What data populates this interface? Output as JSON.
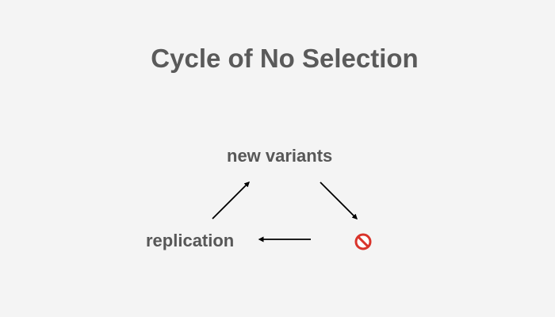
{
  "title": "Cycle of No Selection",
  "nodes": {
    "top": "new variants",
    "left": "replication",
    "right_icon": "prohibited-icon"
  },
  "colors": {
    "background": "#f4f4f4",
    "text": "#575757",
    "arrow": "#000000",
    "prohibited": "#d9342b"
  },
  "edges": [
    {
      "from": "replication",
      "to": "new variants"
    },
    {
      "from": "new variants",
      "to": "prohibited-icon"
    },
    {
      "from": "prohibited-icon",
      "to": "replication"
    }
  ]
}
